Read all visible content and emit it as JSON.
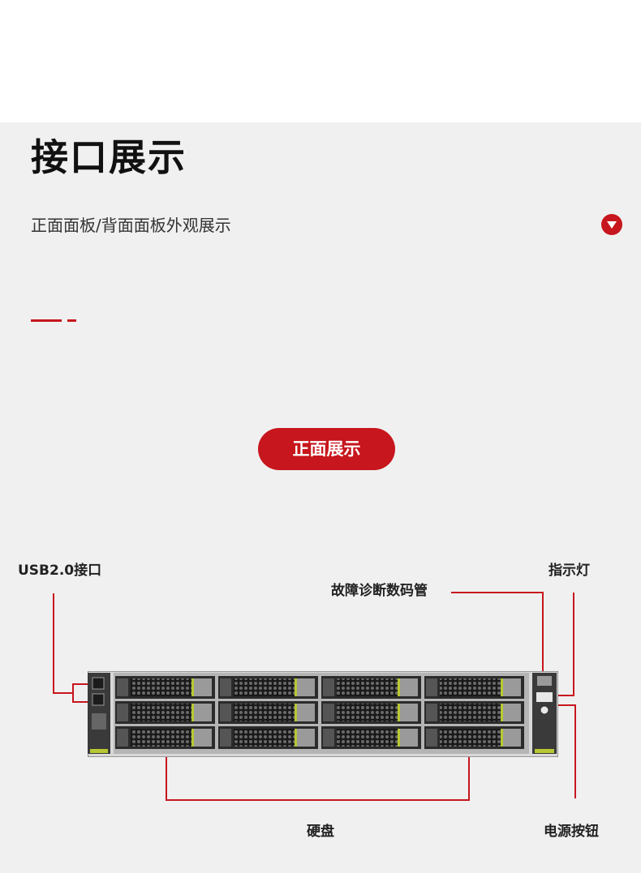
{
  "page": {
    "title": "接口展示",
    "subtitle": "正面面板/背面面板外观展示",
    "section_button": "正面展示",
    "toggle_icon": "chevron-down-icon"
  },
  "callouts": {
    "usb": "USB2.0接口",
    "diagnostic": "故障诊断数码管",
    "indicator": "指示灯",
    "disk": "硬盘",
    "power": "电源按钮"
  },
  "colors": {
    "accent": "#c7161d",
    "panel_bg": "#f0f0f0",
    "server_body": "#2b2b2b",
    "drive_tab": "#b8c832"
  }
}
